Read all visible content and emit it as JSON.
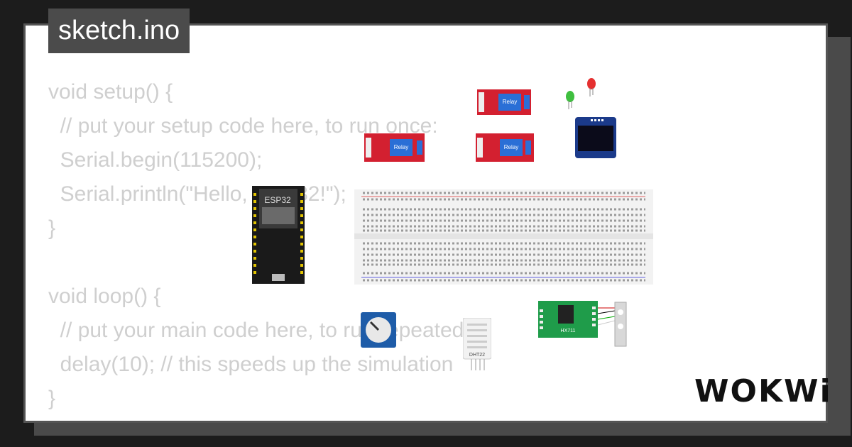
{
  "tab": {
    "title": "sketch.ino"
  },
  "code": {
    "lines": [
      "void setup() {",
      "  // put your setup code here, to run once:",
      "  Serial.begin(115200);",
      "  Serial.println(\"Hello, ESP32!\");",
      "}",
      "",
      "void loop() {",
      "  // put your main code here, to run repeatedly:",
      "  delay(10); // this speeds up the simulation",
      "}"
    ]
  },
  "components": {
    "esp32_label": "ESP32",
    "relay_label": "Relay",
    "dht_label": "DHT22",
    "hx_label": "HX711"
  },
  "brand": {
    "logo": "WOKWi"
  },
  "colors": {
    "relay": "#d32030",
    "board": "#1a1a1a",
    "breadboard": "#f2f2f2",
    "oled": "#1b3a8a",
    "hx": "#1f9c4a",
    "led_red": "#e53030",
    "led_green": "#3fbf3f"
  }
}
